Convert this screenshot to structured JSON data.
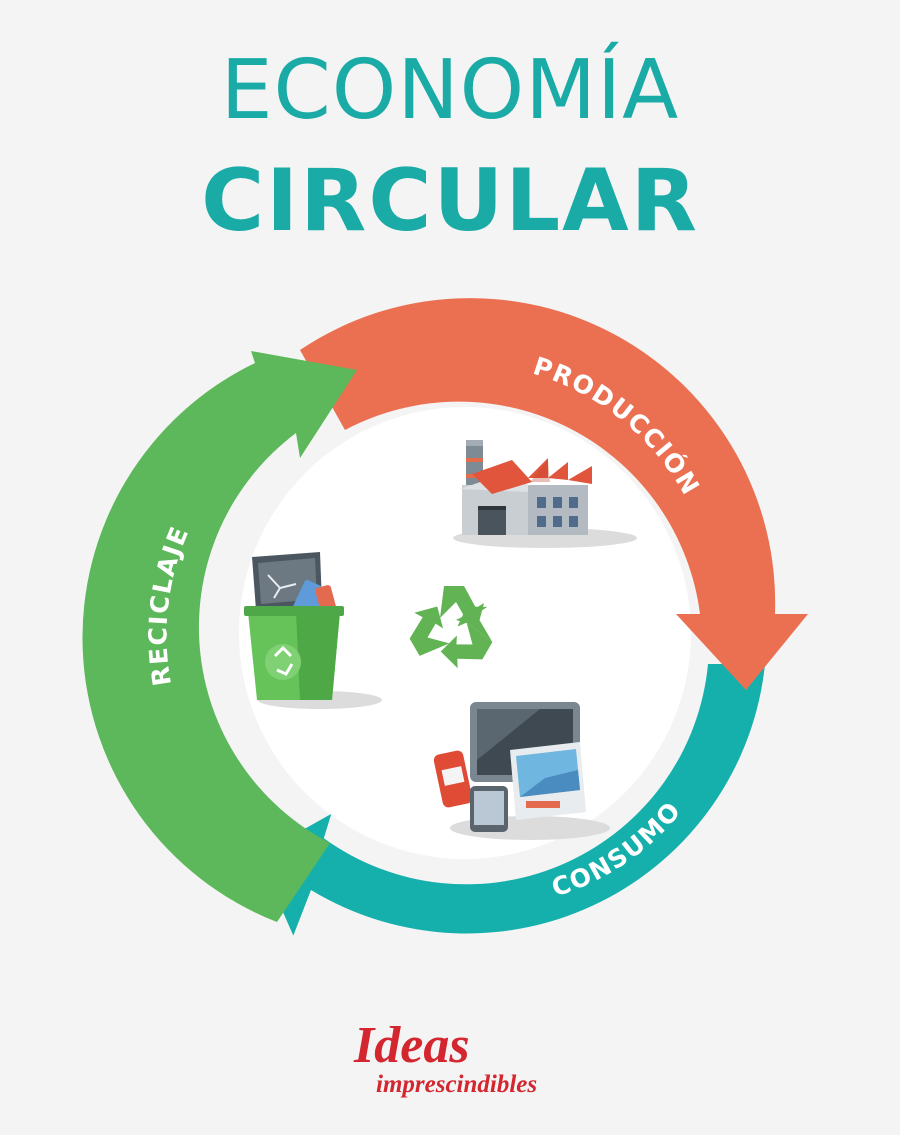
{
  "title": {
    "line1": "ECONOMÍA",
    "line2": "CIRCULAR"
  },
  "cycle": {
    "stages": [
      {
        "id": "produccion",
        "label": "PRODUCCIÓN",
        "icon": "factory-icon"
      },
      {
        "id": "consumo",
        "label": "CONSUMO",
        "icon": "electronics-icon"
      },
      {
        "id": "reciclaje",
        "label": "RECICLAJE",
        "icon": "recycle-bin-icon"
      }
    ],
    "center_icon": "recycle-symbol-icon"
  },
  "logo": {
    "main": "Ideas",
    "sub": "imprescindibles"
  },
  "colors": {
    "title": "#1aaba7",
    "produccion": "#eb7051",
    "consumo": "#15b0ab",
    "reciclaje": "#5cb85a",
    "logo": "#d3262f",
    "background": "#f4f4f4"
  }
}
